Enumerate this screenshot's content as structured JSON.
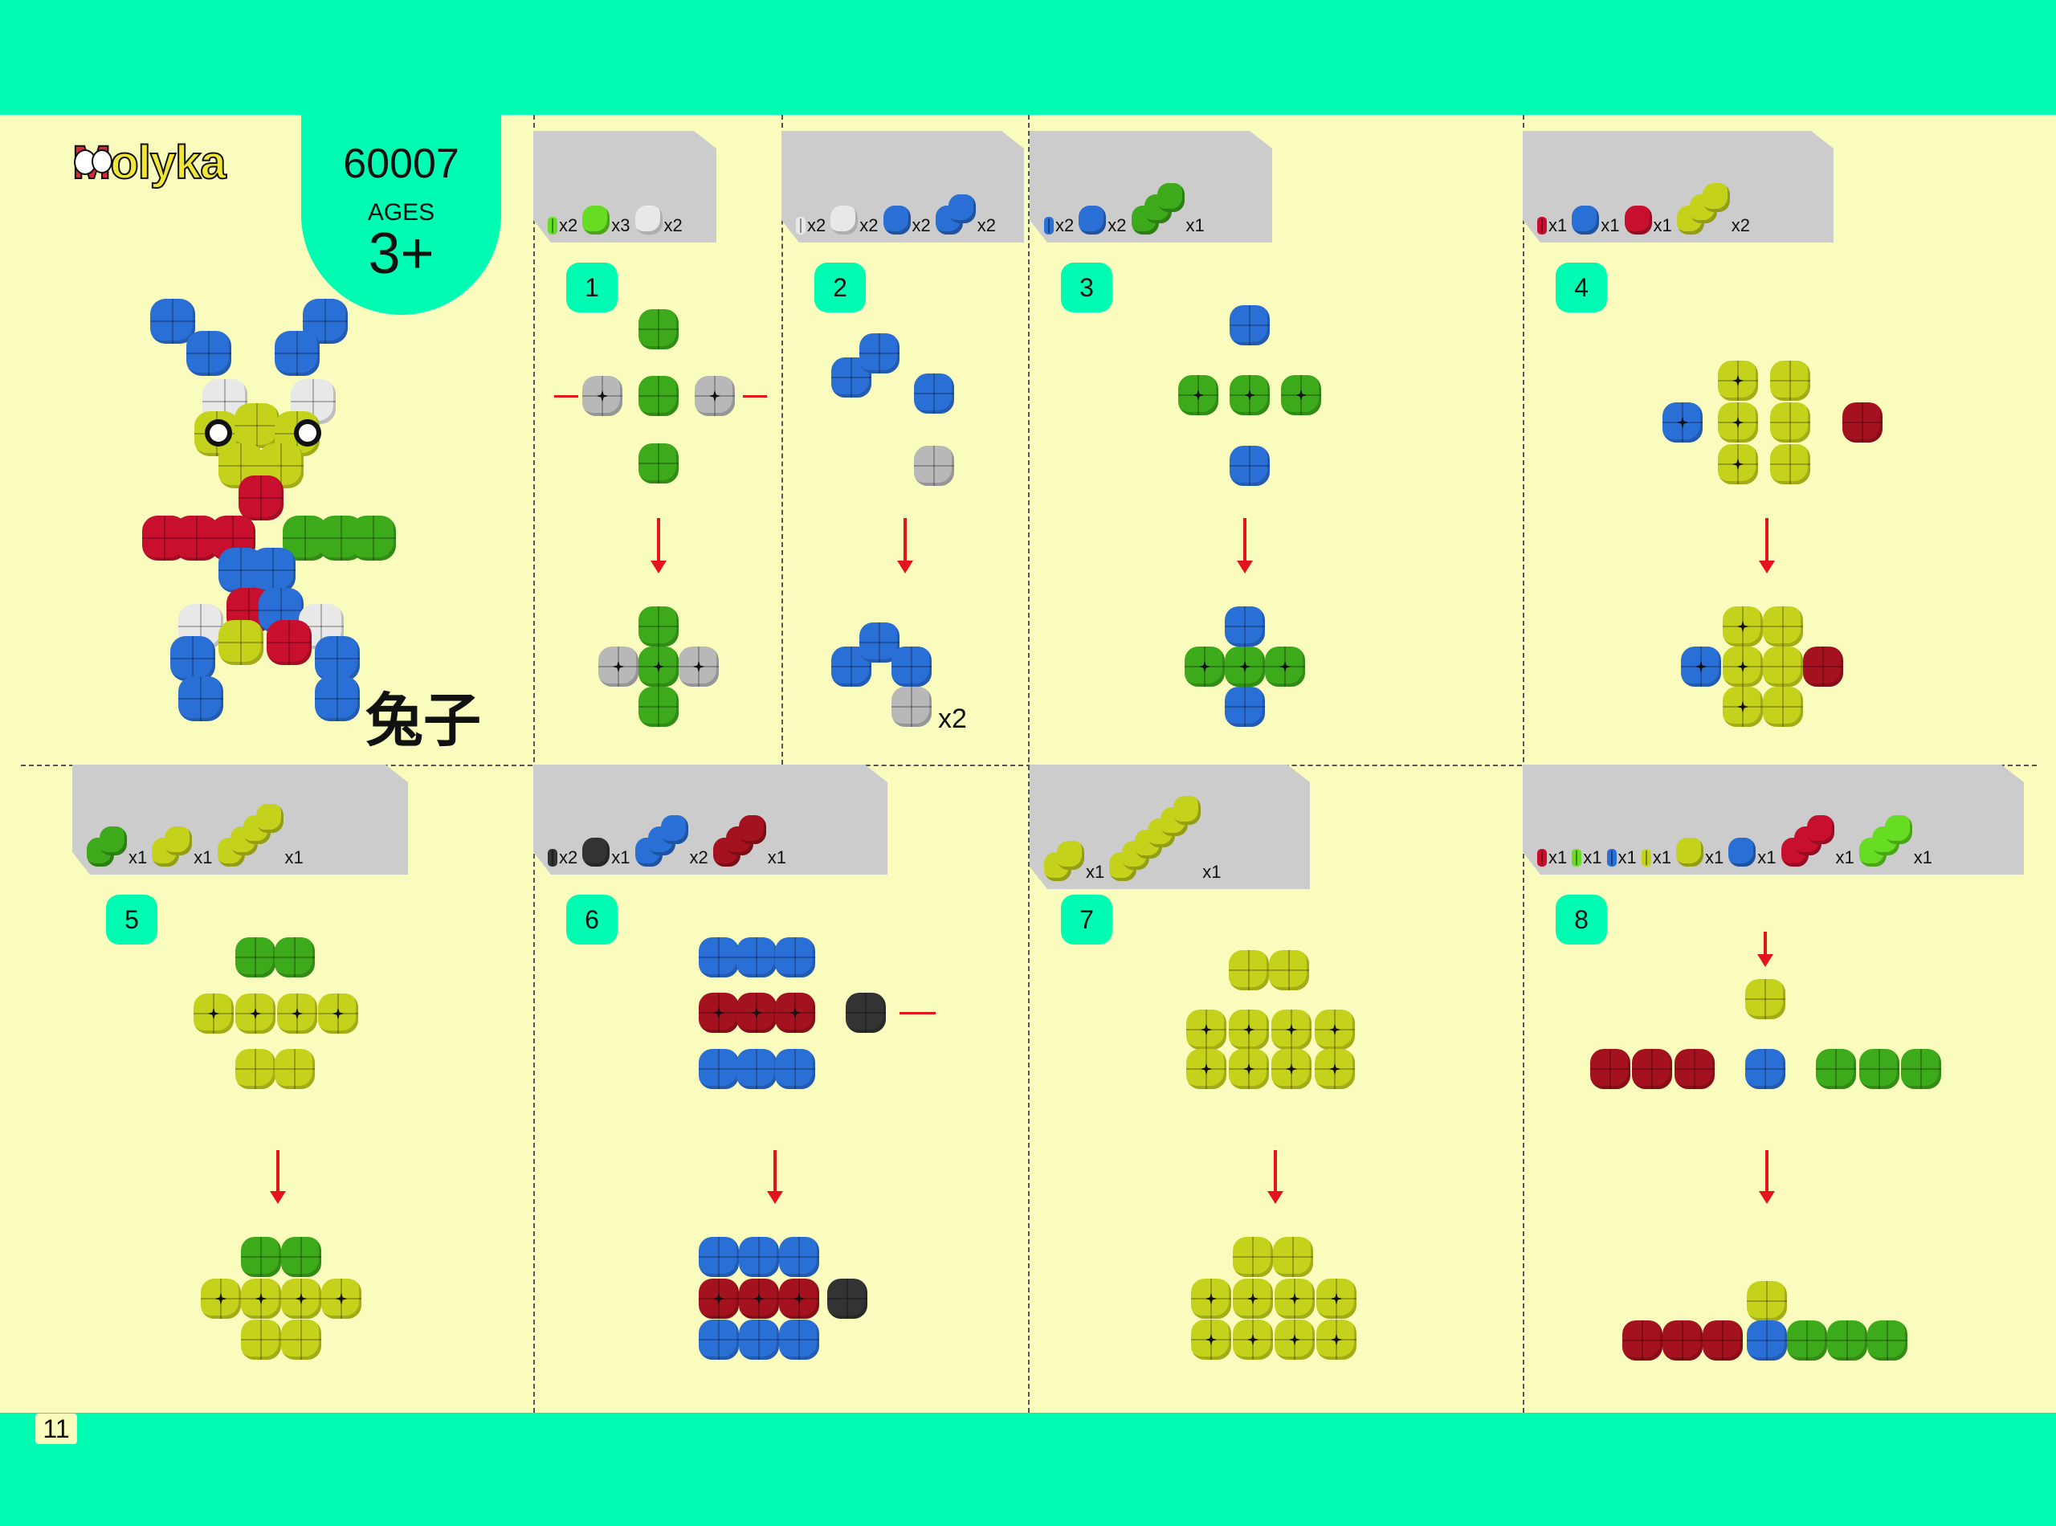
{
  "header": {
    "brand": "Molyka",
    "model_number": "60007",
    "ages_label": "AGES",
    "ages_value": "3+"
  },
  "model_name": "兔子",
  "page_number": "11",
  "colors": {
    "teal": "#00FCB3",
    "cream": "#F9FCBD",
    "green": "#3CAA1A",
    "lime": "#66DD22",
    "yellow": "#C5D21C",
    "blue": "#2A6FD6",
    "red": "#C8102E",
    "darkred": "#A5121F",
    "gray": "#B8B8B8",
    "white": "#E8E8E8",
    "black": "#333333",
    "arrow": "#E3141B"
  },
  "steps": [
    {
      "number": "1",
      "parts": [
        {
          "kind": "connector",
          "color": "lime",
          "count": "x2"
        },
        {
          "kind": "ball",
          "color": "lime",
          "count": "x3"
        },
        {
          "kind": "ball",
          "color": "white",
          "count": "x2"
        }
      ]
    },
    {
      "number": "2",
      "parts": [
        {
          "kind": "connector",
          "color": "white",
          "count": "x2"
        },
        {
          "kind": "ball",
          "color": "white",
          "count": "x2"
        },
        {
          "kind": "ball",
          "color": "blue",
          "count": "x2"
        },
        {
          "kind": "chain2",
          "color": "blue",
          "count": "x2"
        }
      ],
      "repeat_label": "x2"
    },
    {
      "number": "3",
      "parts": [
        {
          "kind": "connector",
          "color": "blue",
          "count": "x2"
        },
        {
          "kind": "ball",
          "color": "blue",
          "count": "x2"
        },
        {
          "kind": "chain3",
          "color": "green",
          "count": "x1"
        }
      ]
    },
    {
      "number": "4",
      "parts": [
        {
          "kind": "connector",
          "color": "red",
          "count": "x1"
        },
        {
          "kind": "ball",
          "color": "blue",
          "count": "x1"
        },
        {
          "kind": "ball",
          "color": "red",
          "count": "x1"
        },
        {
          "kind": "chain3",
          "color": "yellow",
          "count": "x2"
        }
      ]
    },
    {
      "number": "5",
      "parts": [
        {
          "kind": "chain2",
          "color": "green",
          "count": "x1"
        },
        {
          "kind": "chain2",
          "color": "yellow",
          "count": "x1"
        },
        {
          "kind": "chain4",
          "color": "yellow",
          "count": "x1"
        }
      ]
    },
    {
      "number": "6",
      "parts": [
        {
          "kind": "connector",
          "color": "black",
          "count": "x2"
        },
        {
          "kind": "ball",
          "color": "black",
          "count": "x1"
        },
        {
          "kind": "chain3",
          "color": "blue",
          "count": "x2"
        },
        {
          "kind": "chain3",
          "color": "darkred",
          "count": "x1"
        }
      ]
    },
    {
      "number": "7",
      "parts": [
        {
          "kind": "chain2",
          "color": "yellow",
          "count": "x1"
        },
        {
          "kind": "cluster",
          "color": "yellow",
          "count": "x1"
        }
      ]
    },
    {
      "number": "8",
      "parts": [
        {
          "kind": "connector",
          "color": "red",
          "count": "x1"
        },
        {
          "kind": "connector",
          "color": "lime",
          "count": "x1"
        },
        {
          "kind": "connector",
          "color": "blue",
          "count": "x1"
        },
        {
          "kind": "connector",
          "color": "yellow",
          "count": "x1"
        },
        {
          "kind": "ball",
          "color": "yellow",
          "count": "x1"
        },
        {
          "kind": "ball",
          "color": "blue",
          "count": "x1"
        },
        {
          "kind": "chain3",
          "color": "red",
          "count": "x1"
        },
        {
          "kind": "chain3",
          "color": "lime",
          "count": "x1"
        }
      ]
    }
  ]
}
